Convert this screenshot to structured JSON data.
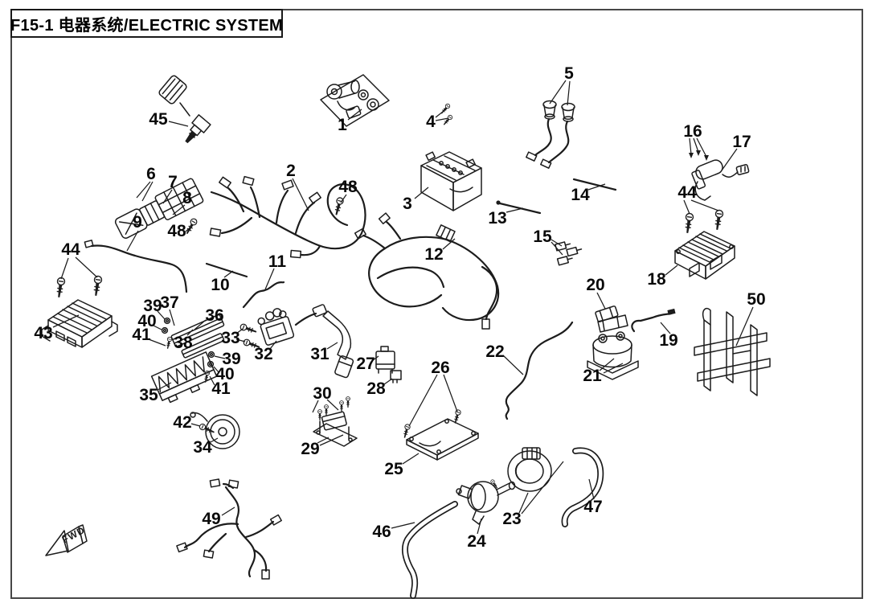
{
  "title": "F15-1 电器系统/ELECTRIC SYSTEM",
  "fwd_marker": "FWD",
  "labels": {
    "p1": "1",
    "p2": "2",
    "p3": "3",
    "p4": "4",
    "p5": "5",
    "p6": "6",
    "p7": "7",
    "p8": "8",
    "p9": "9",
    "p10": "10",
    "p11": "11",
    "p12": "12",
    "p13": "13",
    "p14": "14",
    "p15": "15",
    "p16": "16",
    "p17": "17",
    "p18": "18",
    "p19": "19",
    "p20": "20",
    "p21": "21",
    "p22": "22",
    "p23": "23",
    "p24": "24",
    "p25": "25",
    "p26": "26",
    "p27": "27",
    "p28": "28",
    "p29": "29",
    "p30": "30",
    "p31": "31",
    "p32": "32",
    "p33": "33",
    "p34": "34",
    "p35": "35",
    "p36": "36",
    "p37": "37",
    "p38": "38",
    "p39a": "39",
    "p39b": "39",
    "p40a": "40",
    "p40b": "40",
    "p41a": "41",
    "p41b": "41",
    "p42": "42",
    "p43": "43",
    "p44a": "44",
    "p44b": "44",
    "p45": "45",
    "p46": "46",
    "p47": "47",
    "p48a": "48",
    "p48b": "48",
    "p49": "49",
    "p50": "50"
  }
}
